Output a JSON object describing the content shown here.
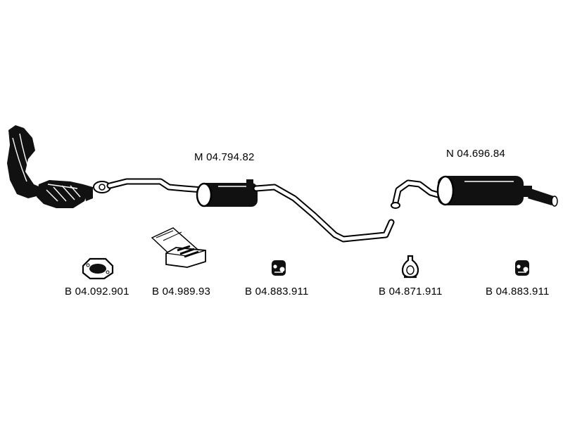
{
  "diagram": {
    "ink_color": "#000000",
    "background": "#ffffff",
    "labels": {
      "middle_muffler": "M 04.794.82",
      "rear_muffler": "N 04.696.84",
      "gasket": "B 04.092.901",
      "clamp_kit": "B 04.989.93",
      "rubber_mount_1": "B 04.883.911",
      "hanger": "B 04.871.911",
      "rubber_mount_2": "B 04.883.911"
    }
  }
}
